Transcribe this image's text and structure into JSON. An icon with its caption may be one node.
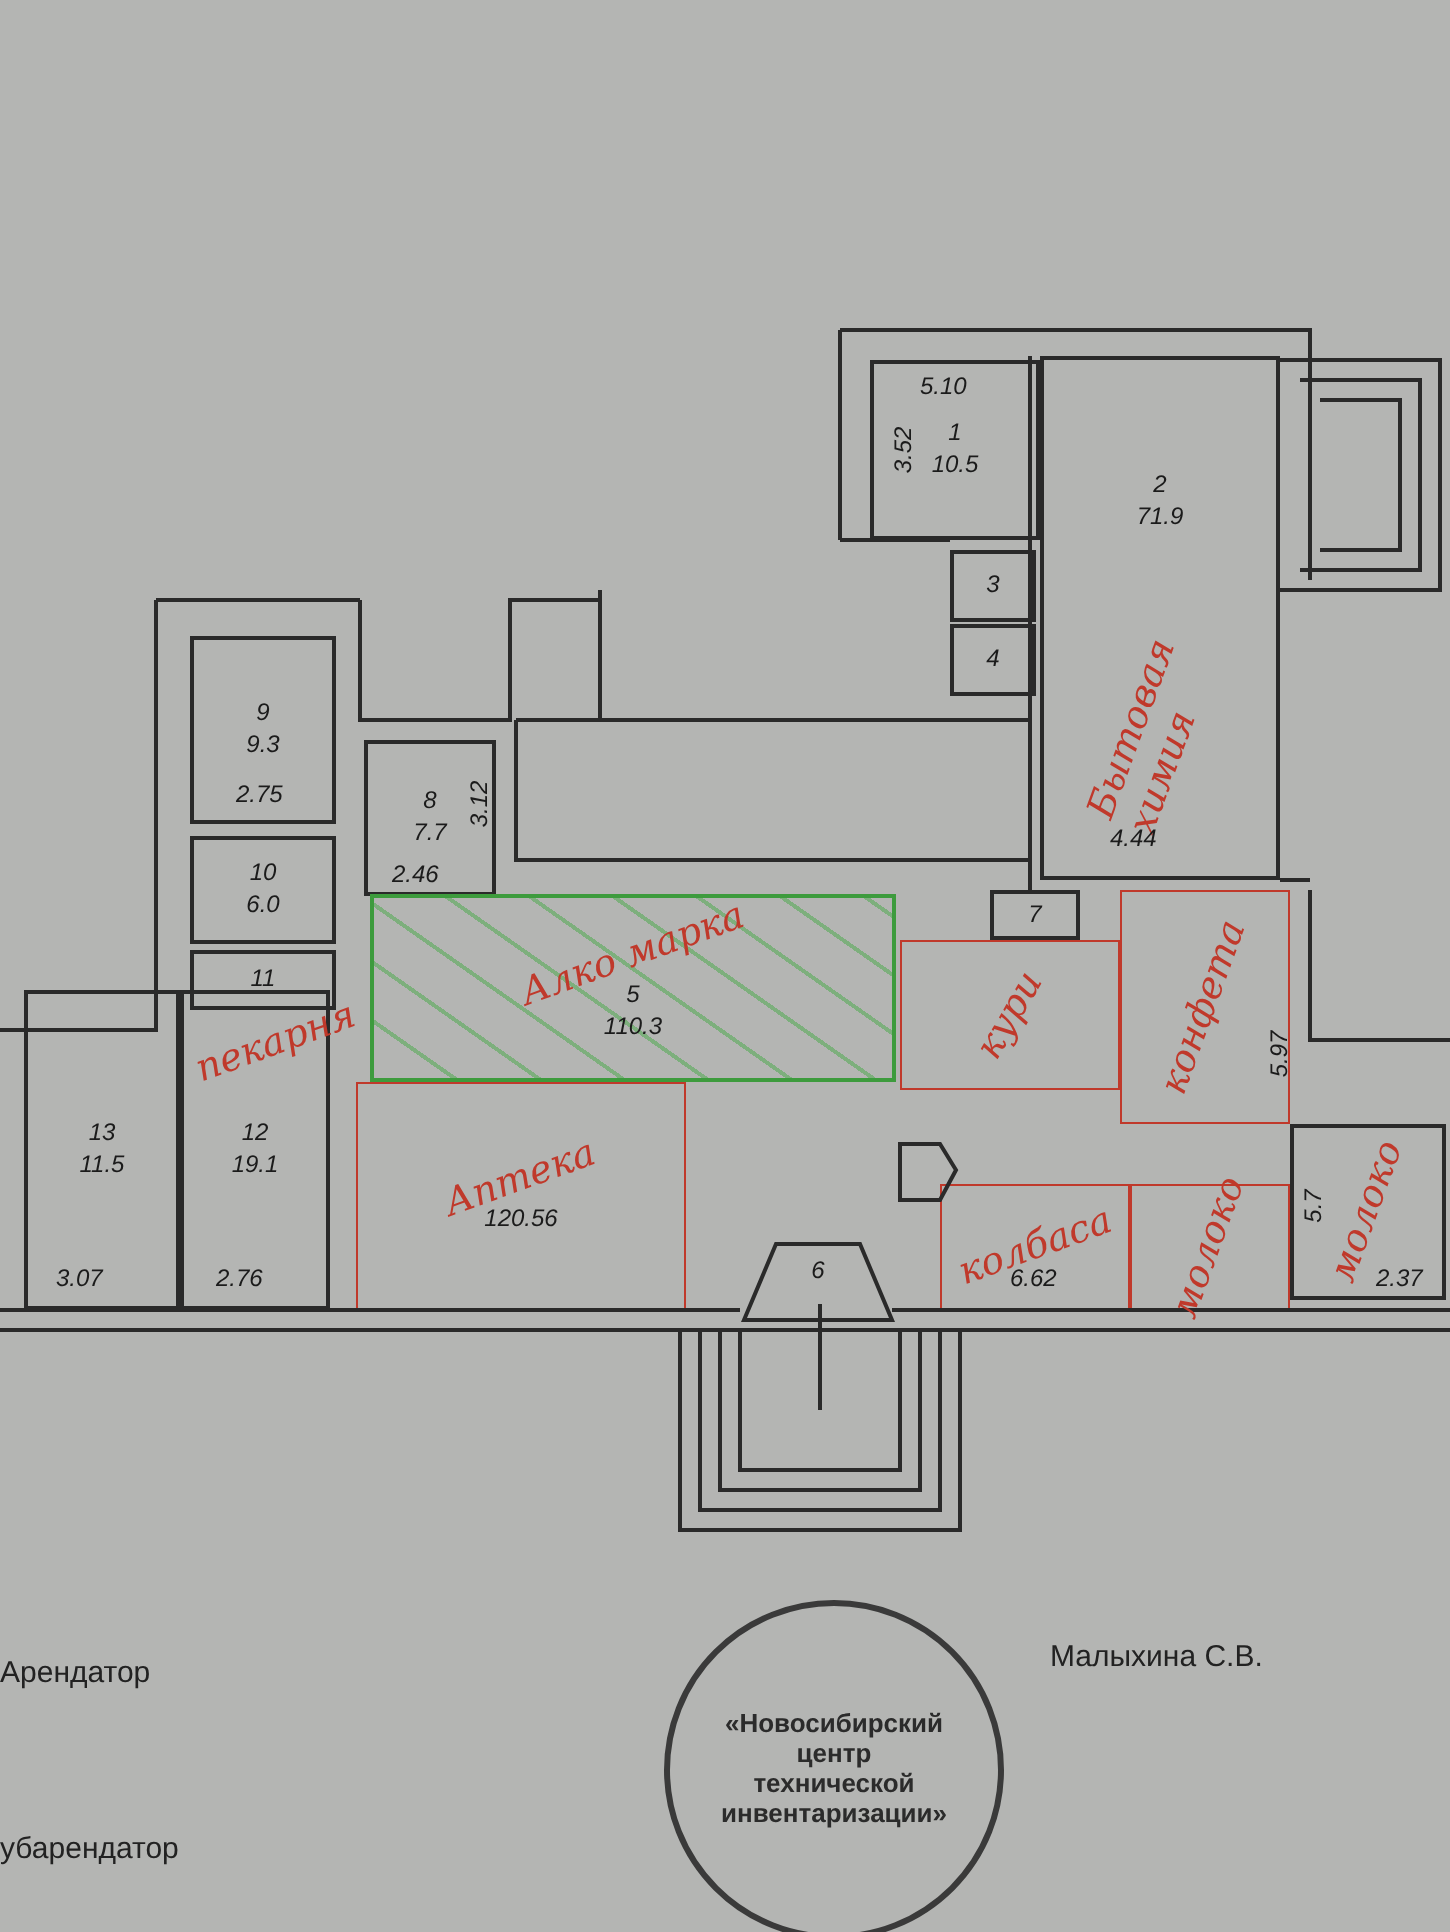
{
  "diagram": {
    "nodes": [
      {
        "text": [
          "1",
          "10.5"
        ]
      },
      {
        "text": [
          "2",
          "71.9",
          "Бытовая химия"
        ]
      },
      {
        "text": [
          "3"
        ]
      },
      {
        "text": [
          "4"
        ]
      },
      {
        "text": [
          "9",
          "9.3"
        ]
      },
      {
        "text": [
          "10",
          "6.0"
        ]
      },
      {
        "text": [
          "11"
        ]
      },
      {
        "text": [
          "8",
          "7.7"
        ]
      },
      {
        "text": [
          "Алко марка",
          "5",
          "110.3"
        ]
      },
      {
        "text": [
          "Аптека",
          "120.56"
        ]
      },
      {
        "text": [
          "кури"
        ]
      },
      {
        "text": [
          "конфета"
        ]
      },
      {
        "text": [
          "колбаса"
        ]
      },
      {
        "text": [
          "молоко"
        ]
      },
      {
        "text": [
          "молоко"
        ]
      },
      {
        "text": [
          "7"
        ]
      },
      {
        "text": [
          "13",
          "11.5"
        ]
      },
      {
        "text": [
          "12",
          "19.1"
        ]
      },
      {
        "text": [
          "6"
        ]
      },
      {
        "text": [
          "«Новосибирский центр технической инвентаризации»"
        ]
      }
    ],
    "labels": [
      "5.10",
      "3.52",
      "4.44",
      "2.75",
      "3.12",
      "2.46",
      "пекарня",
      "3.07",
      "2.76",
      "5.97",
      "6.62",
      "5.7",
      "2.37",
      "Арендатор",
      "Малыхина С.В.",
      "убарендатор"
    ]
  }
}
